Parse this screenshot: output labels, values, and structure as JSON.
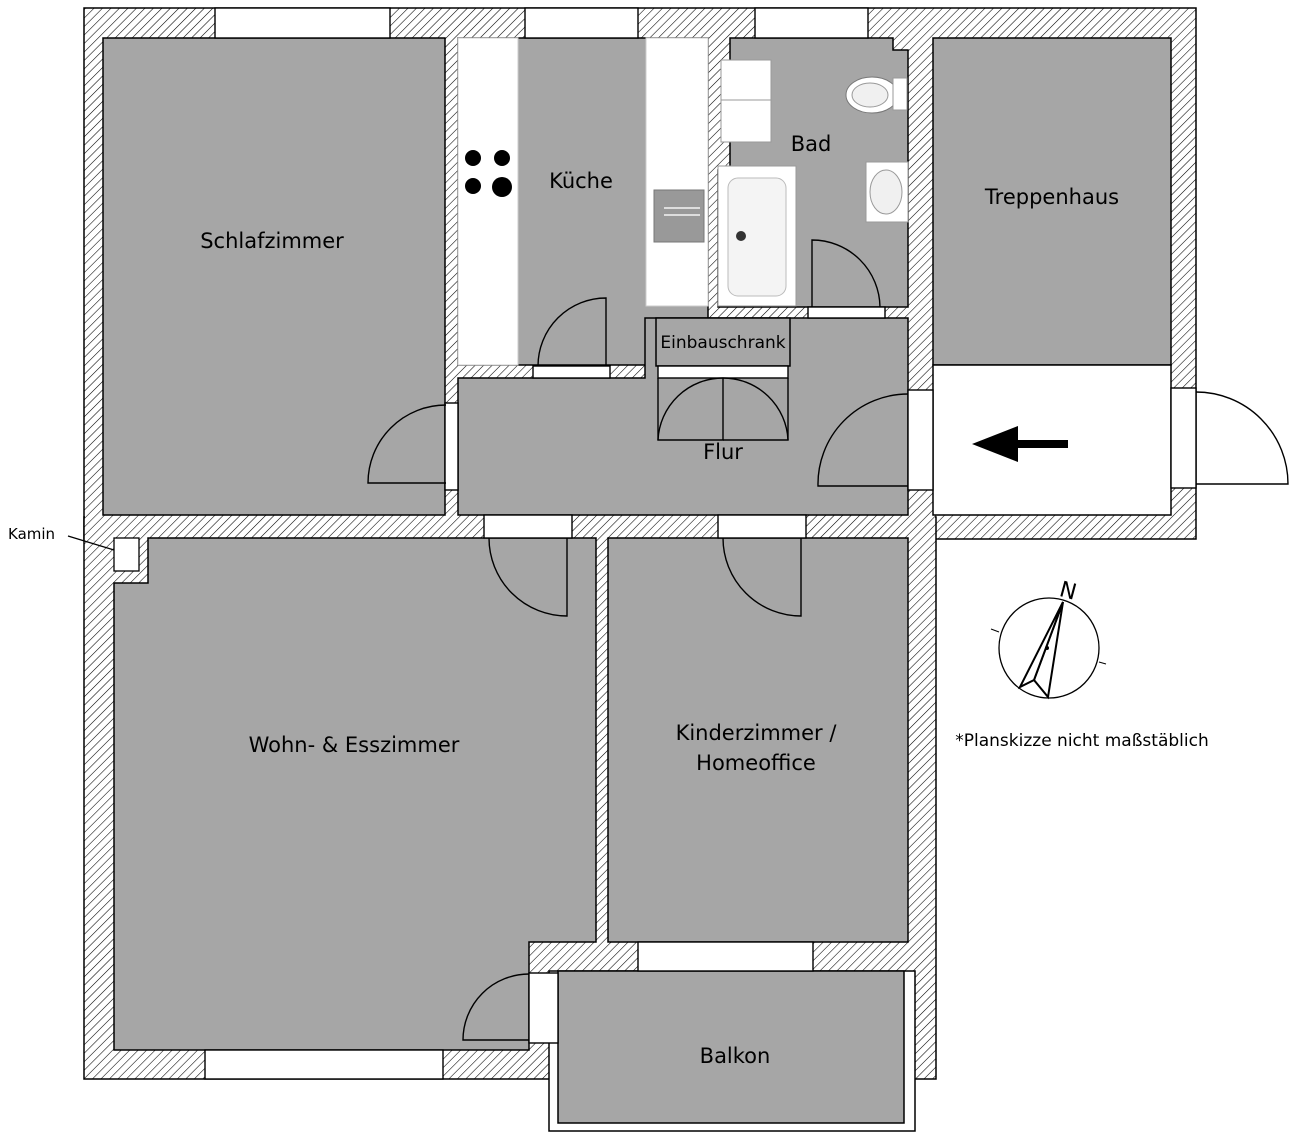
{
  "rooms": {
    "schlafzimmer": "Schlafzimmer",
    "kueche": "Küche",
    "bad": "Bad",
    "treppenhaus": "Treppenhaus",
    "einbauschrank": "Einbauschrank",
    "flur": "Flur",
    "wohnzimmer": "Wohn- & Esszimmer",
    "kinderzimmer_line1": "Kinderzimmer /",
    "kinderzimmer_line2": "Homeoffice",
    "balkon": "Balkon"
  },
  "labels": {
    "kamin": "Kamin",
    "scale_note": "*Planskizze nicht maßstäblich",
    "compass": "N"
  },
  "colors": {
    "room_fill": "#a6a6a6",
    "wall_hatch": "#000000",
    "background": "#ffffff"
  }
}
